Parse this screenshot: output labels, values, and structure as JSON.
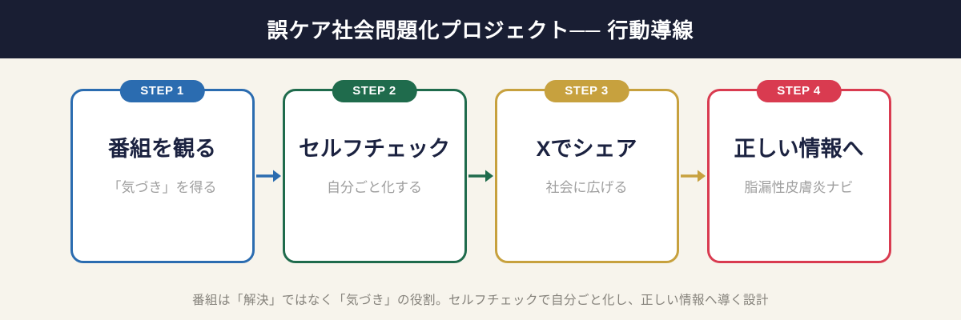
{
  "header": {
    "title": "誤ケア社会問題化プロジェクト── 行動導線"
  },
  "steps": [
    {
      "badge": "STEP 1",
      "title": "番組を観る",
      "subtitle": "「気づき」を得る",
      "color": "#2b6cb0"
    },
    {
      "badge": "STEP 2",
      "title": "セルフチェック",
      "subtitle": "自分ごと化する",
      "color": "#1f6b4c"
    },
    {
      "badge": "STEP 3",
      "title": "Xでシェア",
      "subtitle": "社会に広げる",
      "color": "#c7a13e"
    },
    {
      "badge": "STEP 4",
      "title": "正しい情報へ",
      "subtitle": "脂漏性皮膚炎ナビ",
      "color": "#d93b50"
    }
  ],
  "arrows": [
    {
      "color": "#2b6cb0"
    },
    {
      "color": "#1f6b4c"
    },
    {
      "color": "#c7a13e"
    }
  ],
  "footer": {
    "note": "番組は「解決」ではなく「気づき」の役割。セルフチェックで自分ごと化し、正しい情報へ導く設計"
  },
  "colors": {
    "header_bg": "#191e33",
    "page_bg": "#f7f4ec",
    "card_bg": "#ffffff",
    "title_text": "#1b2240",
    "subtitle_text": "#9e9e9e",
    "footer_text": "#85827b"
  }
}
